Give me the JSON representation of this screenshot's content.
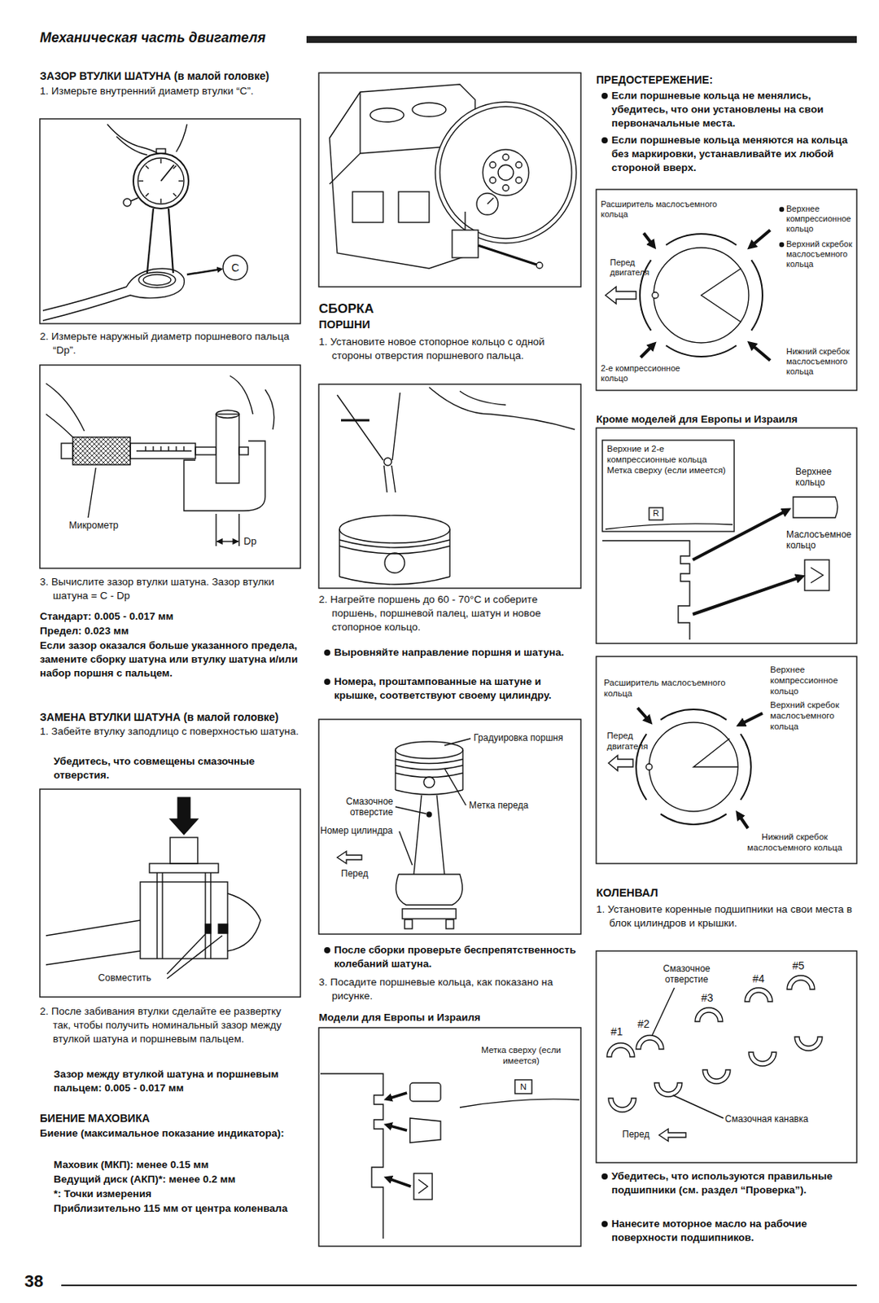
{
  "diagram": {
    "title": "Механическая часть двигателя",
    "labels": [
      "ЗАЗОР ВТУЛКИ ШАТУНА (в малой головке)",
      "1. Измерьте внутренний диаметр втулки “C”.",
      "C",
      "2. Измерьте наружный диаметр поршневого пальца “Dp”.",
      "Микрометр",
      "Dp",
      "3. Вычислите зазор втулки шатуна. Зазор втулки шатуна = C - Dp",
      "Стандарт: 0.005 - 0.017 мм",
      "Предел: 0.023 мм",
      "Если зазор оказался больше указанного предела, замените сборку шатуна или втулку шатуна и/или набор поршня с пальцем.",
      "ЗАМЕНА ВТУЛКИ ШАТУНА (в малой головке)",
      "1. Забейте втулку заподлицо с поверхностью шатуна.",
      "Убедитесь, что совмещены смазочные отверстия.",
      "Совместить",
      "2. После забивания втулки сделайте ее развертку так, чтобы получить номинальный зазор между втулкой шатуна и поршневым пальцем.",
      "Зазор между втулкой шатуна и поршневым пальцем: 0.005 - 0.017 мм",
      "БИЕНИЕ МАХОВИКА",
      "Биение (максимальное показание индикатора):",
      "Маховик (МКП): менее 0.15 мм",
      "Ведущий диск (АКП)*: менее 0.2 мм",
      "*: Точки измерения",
      "Приблизительно 115 мм от центра коленвала",
      "38",
      "СБОРКА",
      "ПОРШНИ",
      "1. Установите новое стопорное кольцо с одной стороны отверстия поршневого пальца.",
      "2. Нагрейте поршень до 60 - 70°C и соберите поршень, поршневой палец, шатун и новое стопорное кольцо.",
      "Выровняйте направление поршня и шатуна.",
      "Номера, проштампованные на шатуне и крышке, соответствуют своему цилиндру.",
      "Градуировка поршня",
      "Смазочное отверстие",
      "Метка переда",
      "Номер цилиндра",
      "Перед",
      "После сборки проверьте беспрепятственность колебаний шатуна.",
      "3. Посадите поршневые кольца, как показано на рисунке.",
      "Модели для Европы и Израиля",
      "Метка сверху (если имеется)",
      "N",
      "ПРЕДОСТЕРЕЖЕНИЕ:",
      "Если поршневые кольца не менялись, убедитесь, что они установлены на свои первоначальные места.",
      "Если поршневые кольца меняются на кольца без маркировки, устанавливайте их любой стороной вверх.",
      "Расширитель маслосъемного кольца",
      "Верхнее компрессионное кольцо",
      "Верхний скребок маслосъемного кольца",
      "Перед двигателя",
      "Нижний скребок маслосъемного кольца",
      "2-е компрессионное кольцо",
      "Кроме моделей для Европы и Израиля",
      "Верхние и 2-е компрессионные кольца Метка сверху (если имеется)",
      "R",
      "Верхнее кольцо",
      "Маслосъемное кольцо",
      "Расширитель маслосъемного кольца",
      "Верхнее компрессионное кольцо",
      "Верхний скребок маслосъемного кольца",
      "Перед двигателя",
      "Нижний скребок маслосъемного кольца",
      "КОЛЕНВАЛ",
      "1. Установите коренные подшипники на свои места в блок цилиндров и крышки.",
      "Смазочное отверстие",
      "#5",
      "#4",
      "#3",
      "#1",
      "#2",
      "Смазочная канавка",
      "Перед",
      "Убедитесь, что используются правильные подшипники (см. раздел “Проверка”).",
      "Нанесите моторное масло на рабочие поверхности подшипников."
    ]
  }
}
